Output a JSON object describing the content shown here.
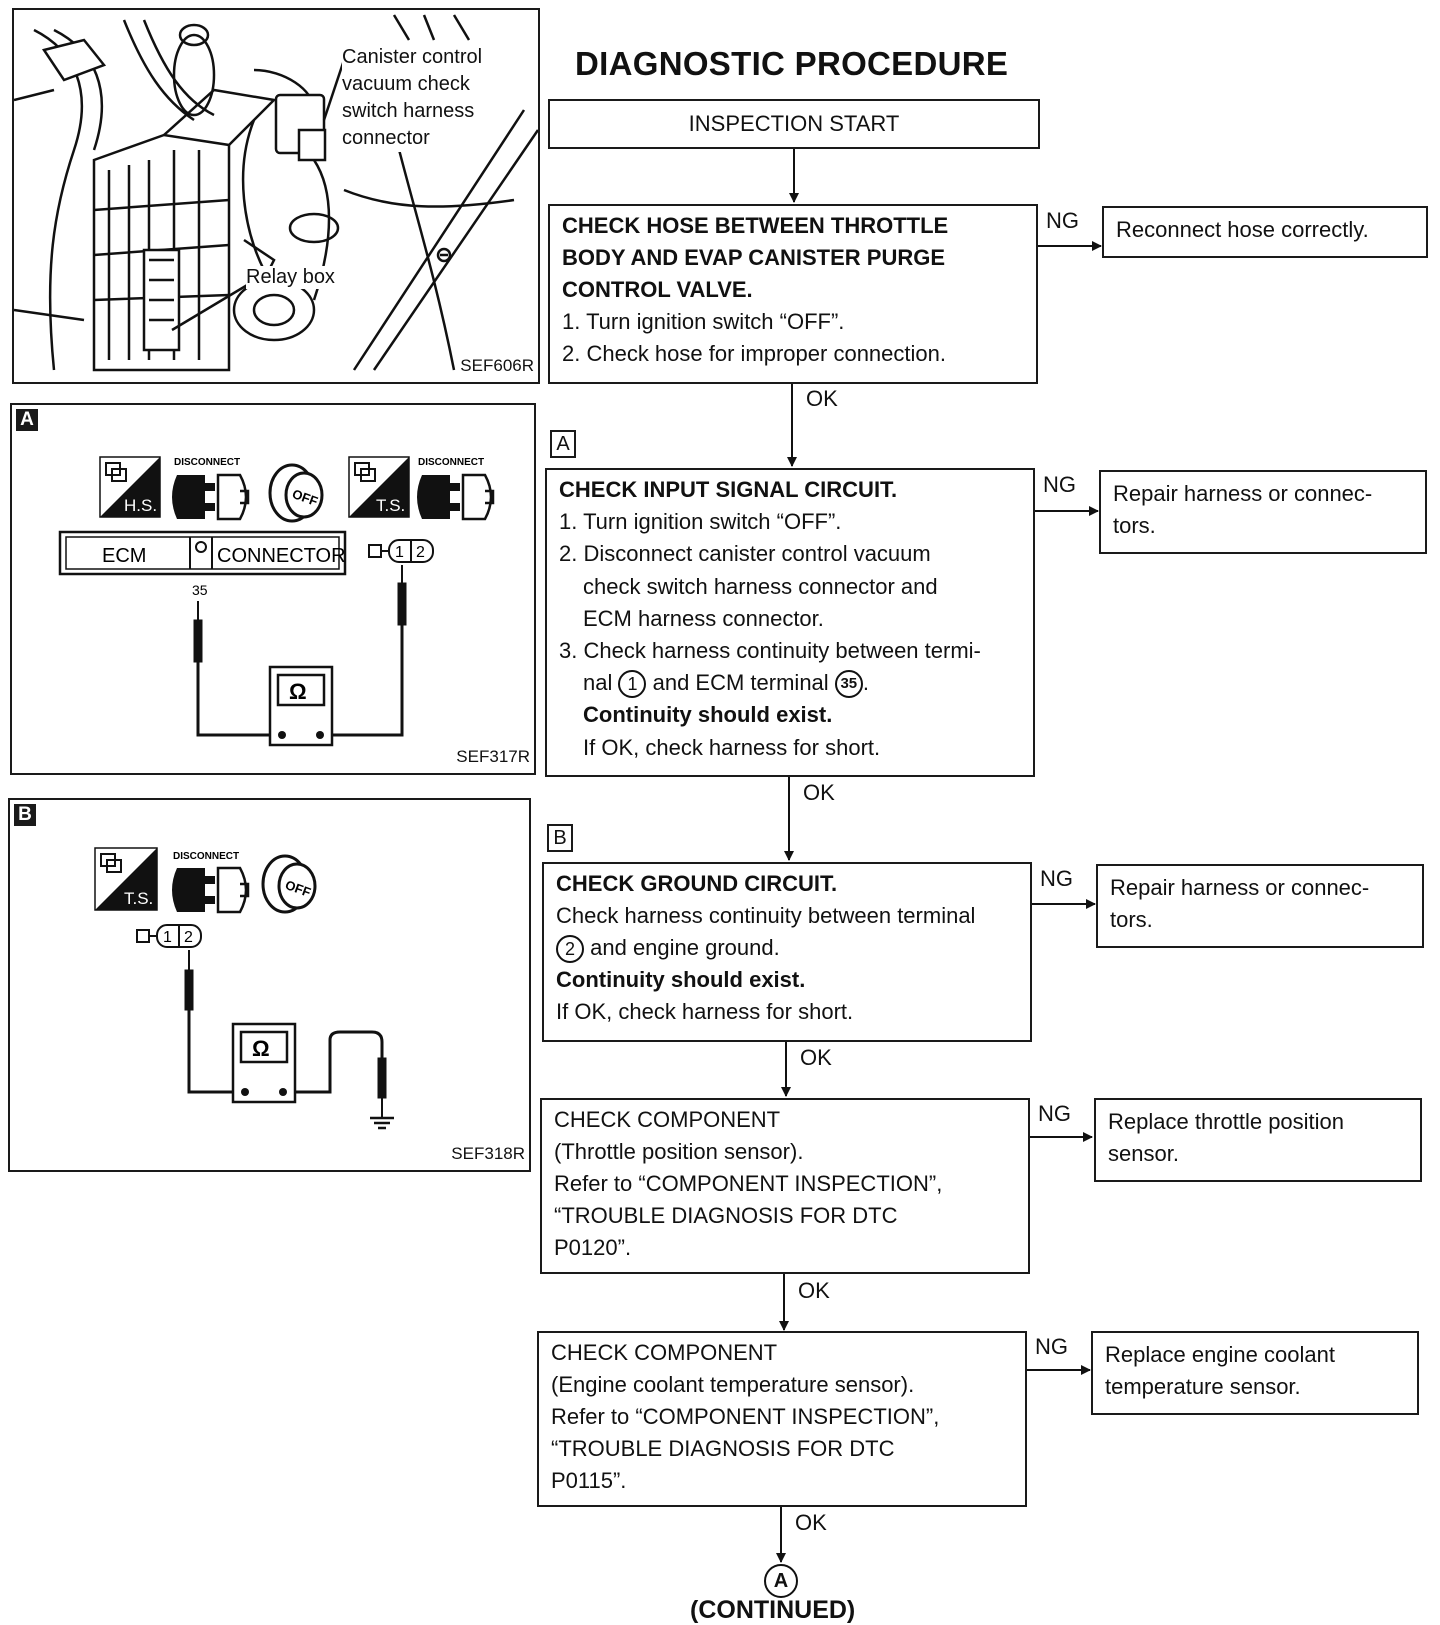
{
  "title": "DIAGNOSTIC PROCEDURE",
  "left_figures": {
    "fig1": {
      "code": "SEF606R",
      "callout1": [
        "Canister control",
        "vacuum check",
        "switch harness",
        "connector"
      ],
      "callout2": "Relay box"
    },
    "fig2": {
      "tag": "A",
      "code": "SEF317R",
      "icon_hs": "H.S.",
      "icon_ts": "T.S.",
      "disconnect1": "DISCONNECT",
      "disconnect2": "DISCONNECT",
      "ignition": "OFF",
      "ecm": "ECM",
      "connector": "CONNECTOR",
      "terminal": "35",
      "pin1": "1",
      "pin2": "2",
      "meter": "Ω"
    },
    "fig3": {
      "tag": "B",
      "code": "SEF318R",
      "icon_ts": "T.S.",
      "disconnect": "DISCONNECT",
      "ignition": "OFF",
      "pin1": "1",
      "pin2": "2",
      "meter": "Ω"
    }
  },
  "flow": {
    "start": "INSPECTION START",
    "step1": {
      "head": [
        "CHECK HOSE BETWEEN THROTTLE",
        "BODY AND EVAP CANISTER PURGE",
        "CONTROL VALVE."
      ],
      "lines": [
        "1. Turn ignition switch “OFF”.",
        "2. Check hose for improper connection."
      ],
      "ng_label": "NG",
      "ng_action": "Reconnect hose correctly.",
      "ok_label": "OK"
    },
    "step2": {
      "tag": "A",
      "head": "CHECK INPUT SIGNAL CIRCUIT.",
      "l1": "1. Turn ignition switch “OFF”.",
      "l2": "2. Disconnect canister control vacuum",
      "l3": "check switch harness connector and",
      "l4": "ECM harness connector.",
      "l5": "3. Check harness continuity between termi-",
      "l6a": "nal",
      "l6b": "1",
      "l6c": "and ECM terminal",
      "l6d": "35",
      "l6e": ".",
      "l7": "Continuity should exist.",
      "l8": "If OK, check harness for short.",
      "ng_label": "NG",
      "ng_action": [
        "Repair harness or connec-",
        "tors."
      ],
      "ok_label": "OK"
    },
    "step3": {
      "tag": "B",
      "head": "CHECK GROUND CIRCUIT.",
      "l1": "Check harness continuity between terminal",
      "l2a": "2",
      "l2b": "and engine ground.",
      "l3": "Continuity should exist.",
      "l4": "If OK, check harness for short.",
      "ng_label": "NG",
      "ng_action": [
        "Repair harness or connec-",
        "tors."
      ],
      "ok_label": "OK"
    },
    "step4": {
      "lines": [
        "CHECK COMPONENT",
        "(Throttle position sensor).",
        "Refer to “COMPONENT INSPECTION”,",
        "“TROUBLE DIAGNOSIS FOR DTC",
        "P0120”."
      ],
      "ng_label": "NG",
      "ng_action": [
        "Replace throttle position",
        "sensor."
      ],
      "ok_label": "OK"
    },
    "step5": {
      "lines": [
        "CHECK COMPONENT",
        "(Engine coolant temperature sensor).",
        "Refer to “COMPONENT INSPECTION”,",
        "“TROUBLE DIAGNOSIS FOR DTC",
        "P0115”."
      ],
      "ng_label": "NG",
      "ng_action": [
        "Replace engine coolant",
        "temperature sensor."
      ],
      "ok_label": "OK"
    },
    "connector_symbol": "A",
    "continued": "(CONTINUED)"
  }
}
